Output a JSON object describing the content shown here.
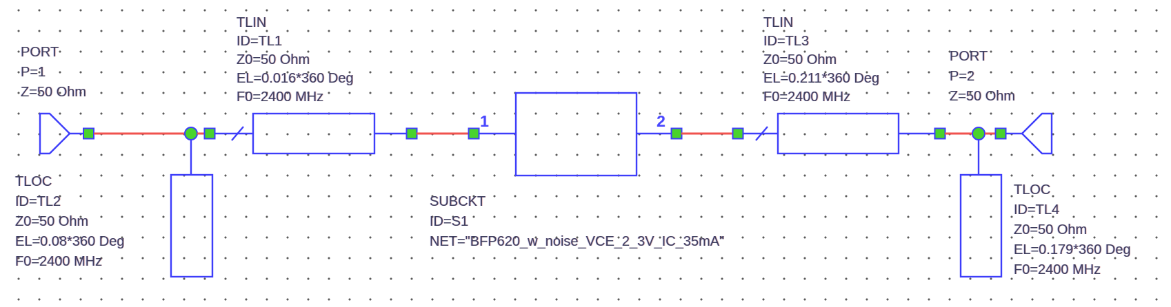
{
  "colors": {
    "symbol": "#3d3dfa",
    "wire_red": "#f0524e",
    "pin_fill": "#49d32c",
    "pin_number": "#4848ff",
    "text": "#3e3e5e",
    "grid_dot": "#5a5a5a",
    "background": "#ffffff"
  },
  "components": {
    "port1": {
      "type": "PORT",
      "lines": [
        "PORT",
        "P=1",
        "Z=50 Ohm"
      ]
    },
    "tlin1": {
      "type": "TLIN",
      "lines": [
        "TLIN",
        "ID=TL1",
        "Z0=50 Ohm",
        "EL=0.016*360 Deg",
        "F0=2400 MHz"
      ]
    },
    "tloc2": {
      "type": "TLOC",
      "lines": [
        "TLOC",
        "ID=TL2",
        "Z0=50 Ohm",
        "EL=0.08*360 Deg",
        "F0=2400 MHz"
      ]
    },
    "subckt": {
      "type": "SUBCKT",
      "lines": [
        "SUBCKT",
        "ID=S1",
        "NET=\"BFP620_w_noise_VCE_2_3V_IC_35mA\""
      ],
      "pin_numbers": [
        "1",
        "2"
      ]
    },
    "tlin3": {
      "type": "TLIN",
      "lines": [
        "TLIN",
        "ID=TL3",
        "Z0=50 Ohm",
        "EL=0.211*360 Deg",
        "F0=2400 MHz"
      ]
    },
    "port2": {
      "type": "PORT",
      "lines": [
        "PORT",
        "P=2",
        "Z=50 Ohm"
      ]
    },
    "tloc4": {
      "type": "TLOC",
      "lines": [
        "TLOC",
        "ID=TL4",
        "Z0=50 Ohm",
        "EL=0.179*360 Deg",
        "F0=2400 MHz"
      ]
    }
  }
}
